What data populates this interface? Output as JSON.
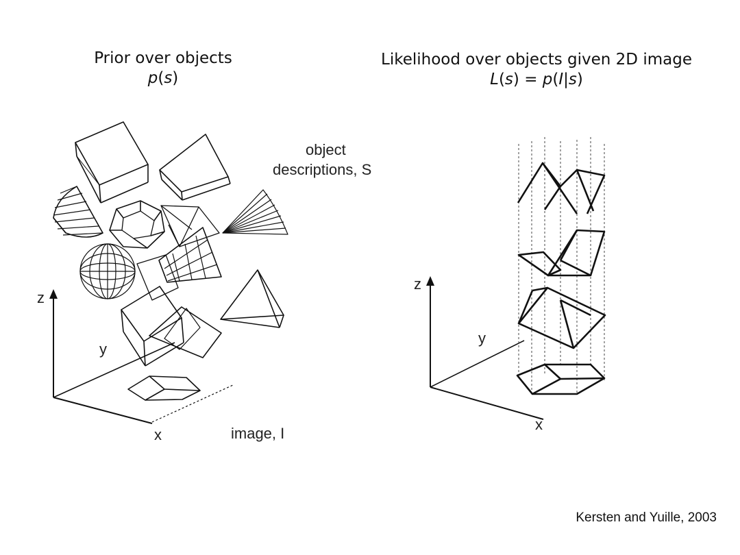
{
  "left": {
    "title": "Prior over objects",
    "formula": "p(s)",
    "label_object_line1": "object",
    "label_object_line2": "descriptions, S",
    "label_image": "image, I",
    "axis": {
      "z": "z",
      "y": "y",
      "x": "x"
    }
  },
  "right": {
    "title": "Likelihood over objects given 2D image",
    "formula": "L(s) = p(I|s)",
    "axis": {
      "z": "z",
      "y": "y",
      "x": "x"
    }
  },
  "citation": "Kersten and Yuille, 2003"
}
